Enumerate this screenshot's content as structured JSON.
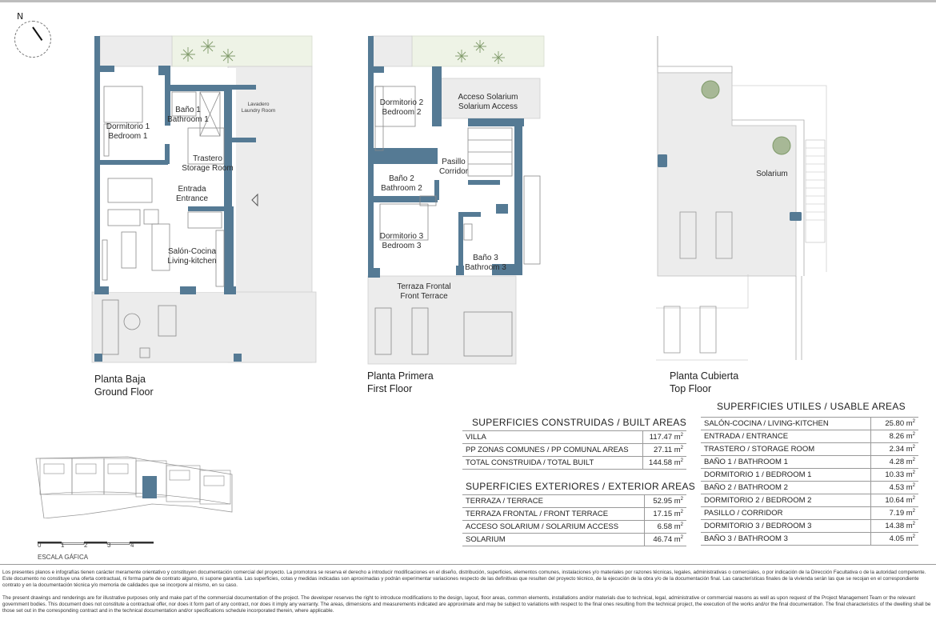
{
  "compass": {
    "label": "N",
    "icon": "north-arrow-icon"
  },
  "floors": [
    {
      "id": "ground",
      "title_es": "Planta Baja",
      "title_en": "Ground Floor",
      "rooms": [
        {
          "es": "Dormitorio 1",
          "en": "Bedroom 1"
        },
        {
          "es": "Baño 1",
          "en": "Bathroom 1"
        },
        {
          "es": "Lavadero",
          "en": "Laundry Room"
        },
        {
          "es": "Trastero",
          "en": "Storage Room"
        },
        {
          "es": "Entrada",
          "en": "Entrance"
        },
        {
          "es": "Salón-Cocina",
          "en": "Living-kitchen"
        }
      ]
    },
    {
      "id": "first",
      "title_es": "Planta Primera",
      "title_en": "First Floor",
      "rooms": [
        {
          "es": "Dormitorio 2",
          "en": "Bedroom 2"
        },
        {
          "es": "Acceso Solarium",
          "en": "Solarium Access"
        },
        {
          "es": "Pasillo",
          "en": "Corridor"
        },
        {
          "es": "Baño 2",
          "en": "Bathroom 2"
        },
        {
          "es": "Dormitorio 3",
          "en": "Bedroom 3"
        },
        {
          "es": "Baño 3",
          "en": "Bathroom 3"
        },
        {
          "es": "Terraza Frontal",
          "en": "Front Terrace"
        }
      ]
    },
    {
      "id": "top",
      "title_es": "Planta Cubierta",
      "title_en": "Top Floor",
      "rooms": [
        {
          "es": "Solarium",
          "en": ""
        }
      ]
    }
  ],
  "built_areas": {
    "title": "SUPERFICIES CONSTRUIDAS / BUILT AREAS",
    "rows": [
      {
        "label": "VILLA",
        "value": "117.47 m",
        "unit_sup": "2"
      },
      {
        "label": "PP ZONAS COMUNES / PP COMUNAL AREAS",
        "value": "27.11 m",
        "unit_sup": "2"
      },
      {
        "label": "TOTAL CONSTRUIDA / TOTAL BUILT",
        "value": "144.58 m",
        "unit_sup": "2"
      }
    ]
  },
  "exterior_areas": {
    "title": "SUPERFICIES EXTERIORES / EXTERIOR AREAS",
    "rows": [
      {
        "label": "TERRAZA / TERRACE",
        "value": "52.95 m",
        "unit_sup": "2"
      },
      {
        "label": "TERRAZA FRONTAL / FRONT TERRACE",
        "value": "17.15 m",
        "unit_sup": "2"
      },
      {
        "label": "ACCESO SOLARIUM / SOLARIUM ACCESS",
        "value": "6.58 m",
        "unit_sup": "2"
      },
      {
        "label": "SOLARIUM",
        "value": "46.74 m",
        "unit_sup": "2"
      }
    ]
  },
  "usable_areas": {
    "title": "SUPERFICIES UTILES / USABLE AREAS",
    "rows": [
      {
        "label": "SALÓN-COCINA / LIVING-KITCHEN",
        "value": "25.80 m",
        "unit_sup": "2"
      },
      {
        "label": "ENTRADA / ENTRANCE",
        "value": "8.26 m",
        "unit_sup": "2"
      },
      {
        "label": "TRASTERO / STORAGE ROOM",
        "value": "2.34 m",
        "unit_sup": "2"
      },
      {
        "label": "BAÑO 1 / BATHROOM 1",
        "value": "4.28 m",
        "unit_sup": "2"
      },
      {
        "label": "DORMITORIO 1 / BEDROOM 1",
        "value": "10.33 m",
        "unit_sup": "2"
      },
      {
        "label": "BAÑO 2 / BATHROOM 2",
        "value": "4.53 m",
        "unit_sup": "2"
      },
      {
        "label": "DORMITORIO 2 / BEDROOM 2",
        "value": "10.64 m",
        "unit_sup": "2"
      },
      {
        "label": "PASILLO / CORRIDOR",
        "value": "7.19 m",
        "unit_sup": "2"
      },
      {
        "label": "DORMITORIO 3 / BEDROOM 3",
        "value": "14.38 m",
        "unit_sup": "2"
      },
      {
        "label": "BAÑO 3 / BATHROOM 3",
        "value": "4.05 m",
        "unit_sup": "2"
      }
    ]
  },
  "scale": {
    "ticks": [
      "0",
      "1",
      "2",
      "3",
      "4"
    ],
    "caption": "ESCALA GÁFICA"
  },
  "colors": {
    "wall": "#557a94",
    "terrace": "#eeeeee",
    "garden": "#eef3e6",
    "plant": "#7f9a6a",
    "highlight_unit": "#557a94"
  },
  "disclaimer": {
    "es": "Los presentes planos e infografías tienen carácter meramente orientativo y constituyen documentación comercial del proyecto. La promotora se reserva el derecho a introducir modificaciones en el diseño, distribución, superficies, elementos comunes, instalaciones y/o materiales por razones técnicas, legales, administrativas o comerciales, o por indicación de la Dirección Facultativa o de la autoridad competente. Este documento no constituye una oferta contractual, ni forma parte de contrato alguno, ni supone garantía. Las superficies, cotas y medidas indicadas son aproximadas y podrán experimentar variaciones respecto de las definitivas que resulten del proyecto técnico, de la ejecución de la obra y/o de la documentación final. Las características finales de la vivienda serán las que se recojan en el correspondiente contrato y en la documentación técnica y/o memoria de calidades que se incorpore al mismo, en su caso.",
    "en": "The present drawings and renderings are for illustrative purposes only and make part of the commercial documentation of the project. The developer reserves the right to introduce modifications to the design, layout, floor areas, common elements, installations and/or materials due to technical, legal, administrative or commercial reasons as well as upon request of the Project Management Team or the relevant government bodies. This document does not constitute a contractual offer, nor does it form part of any contract, nor does it imply any warranty. The areas, dimensions and measurements indicated are approximate and may be subject to variations with respect to the final ones resulting from the technical project, the execution of the works and/or the final documentation. The final characteristics of the dwelling shall be those set out in the corresponding contract and in the technical documentation and/or specifications schedule incorporated therein, where applicable."
  }
}
